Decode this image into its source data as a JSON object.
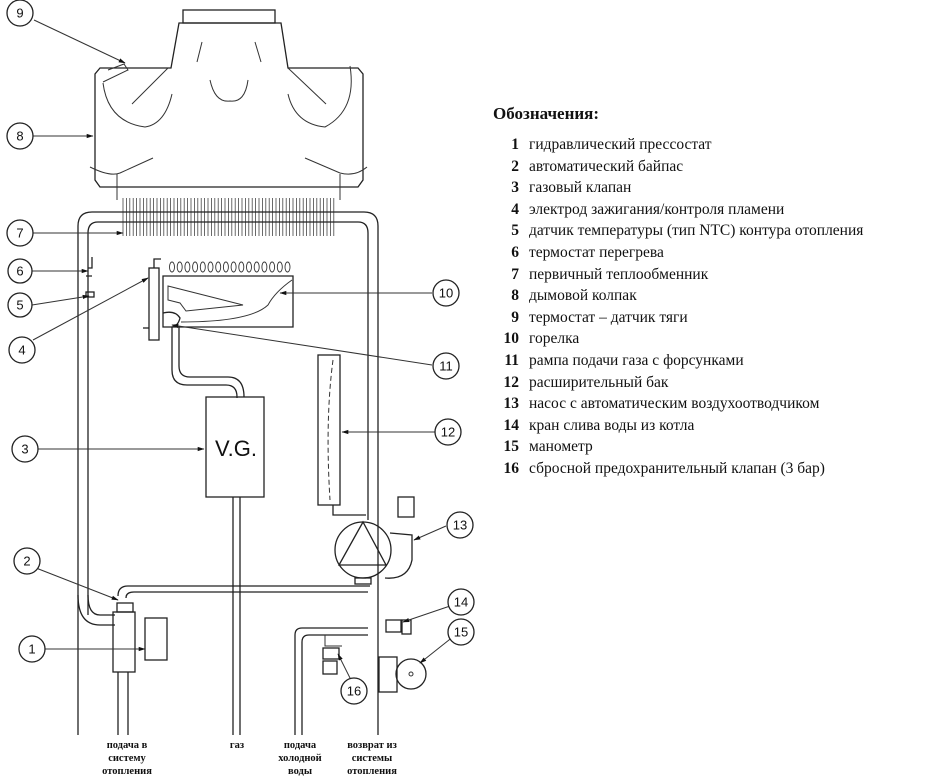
{
  "legend": {
    "title": "Обозначения:",
    "items": [
      {
        "num": "1",
        "label": "гидравлический прессостат"
      },
      {
        "num": "2",
        "label": "автоматический байпас"
      },
      {
        "num": "3",
        "label": "газовый клапан"
      },
      {
        "num": "4",
        "label": "электрод зажигания/контроля пламени"
      },
      {
        "num": "5",
        "label": "датчик температуры (тип NTC) контура отопления"
      },
      {
        "num": "6",
        "label": "термостат перегрева"
      },
      {
        "num": "7",
        "label": "первичный теплообменник"
      },
      {
        "num": "8",
        "label": "дымовой колпак"
      },
      {
        "num": "9",
        "label": "термостат – датчик тяги"
      },
      {
        "num": "10",
        "label": "горелка"
      },
      {
        "num": "11",
        "label": "рампа подачи газа с форсунками"
      },
      {
        "num": "12",
        "label": "расширительный бак"
      },
      {
        "num": "13",
        "label": "насос с автоматическим воздухоотводчиком"
      },
      {
        "num": "14",
        "label": "кран слива воды из котла"
      },
      {
        "num": "15",
        "label": "манометр"
      },
      {
        "num": "16",
        "label": "сбросной предохранительный клапан (3 бар)"
      }
    ]
  },
  "diagram": {
    "gas_valve_label": "V.G.",
    "callouts": [
      "1",
      "2",
      "3",
      "4",
      "5",
      "6",
      "7",
      "8",
      "9",
      "10",
      "11",
      "12",
      "13",
      "14",
      "15",
      "16"
    ]
  },
  "connections": [
    {
      "label": "подача в\nсистему\nотопления"
    },
    {
      "label": "газ"
    },
    {
      "label": "подача\nхолодной\nводы"
    },
    {
      "label": "возврат из\nсистемы\nотопления"
    }
  ]
}
